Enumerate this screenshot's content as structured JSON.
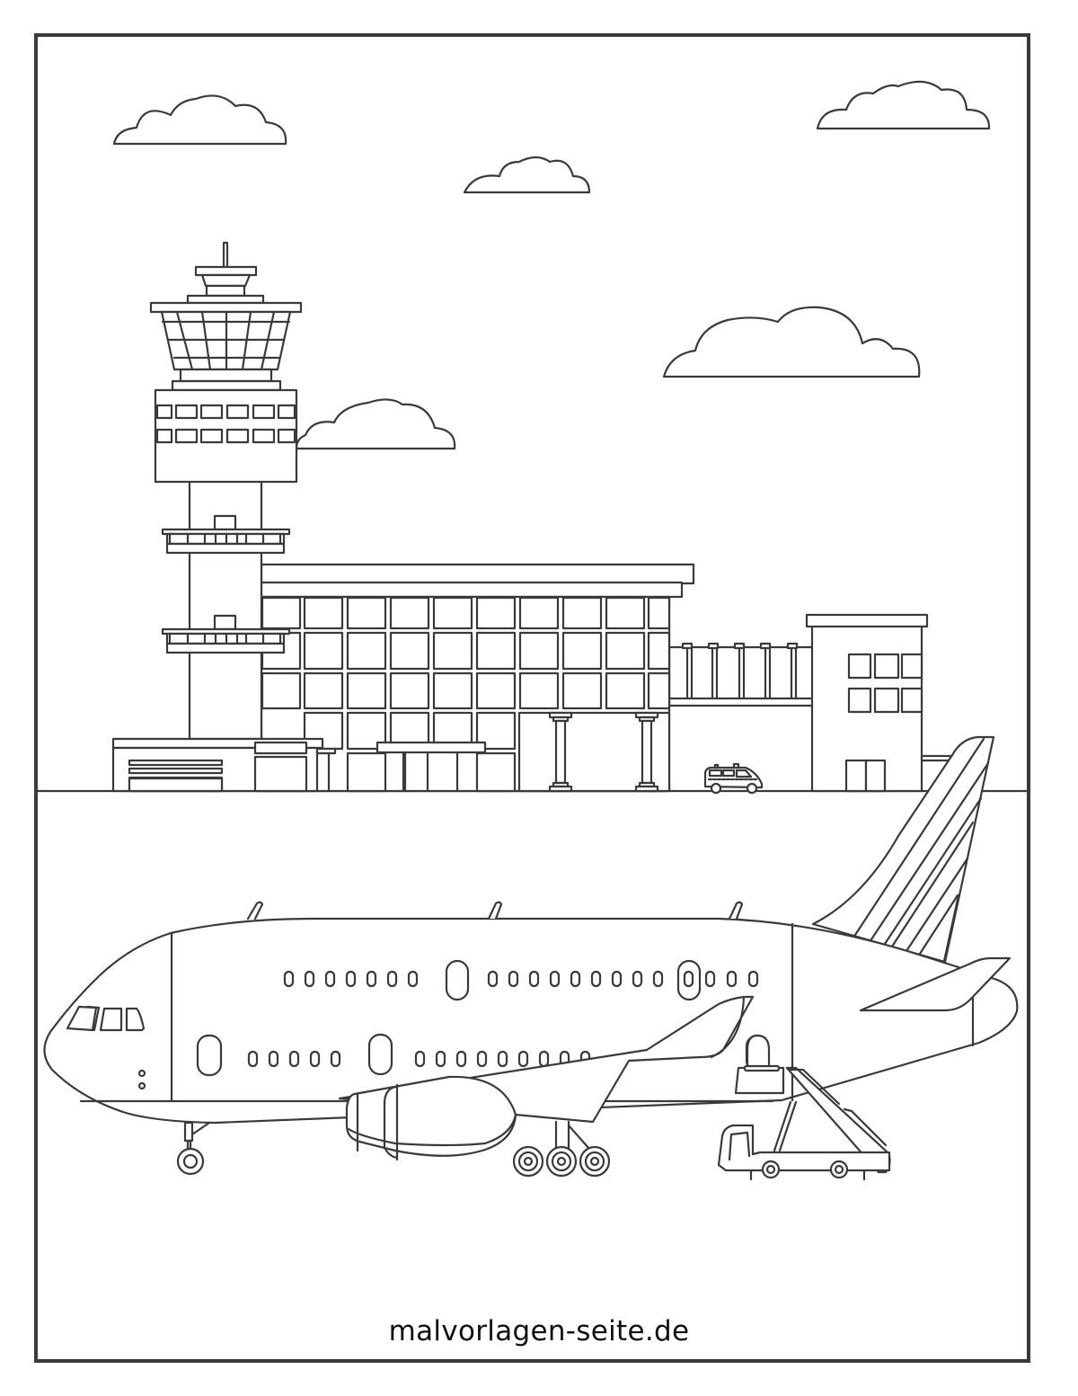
{
  "page": {
    "type": "coloring-page",
    "subject": "Airport with control tower, terminal and airplane",
    "line_color": "#3a3a3a",
    "background": "#ffffff"
  },
  "scene": {
    "clouds": 5,
    "buildings": [
      "control-tower",
      "terminal",
      "passenger-bridge",
      "office-building",
      "low-building"
    ],
    "vehicles": [
      "airplane",
      "van",
      "stair-truck"
    ],
    "airplane": {
      "upper_windows_front": 7,
      "upper_windows_rear": 13,
      "lower_windows_front": 5,
      "lower_windows_rear": 9,
      "doors": 4
    }
  },
  "footer": {
    "website": "malvorlagen-seite.de"
  }
}
